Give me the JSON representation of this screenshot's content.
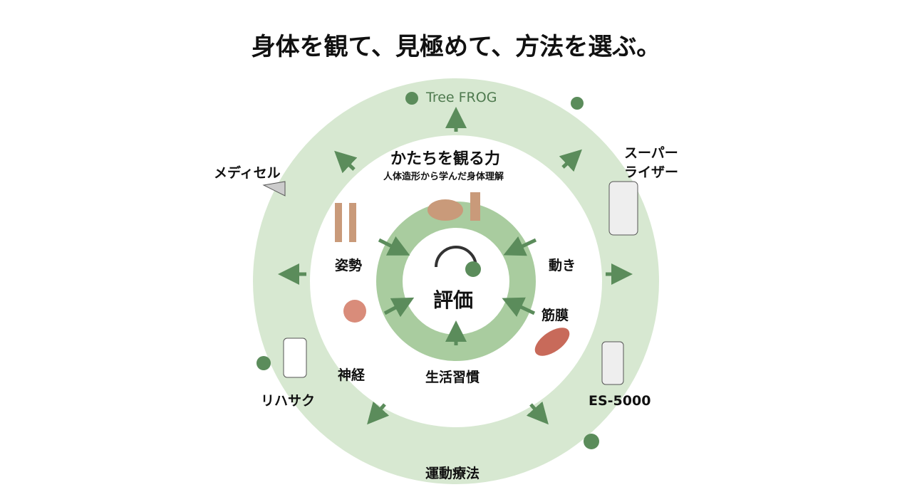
{
  "title": "身体を観て、見極めて、方法を選ぶ。",
  "brand": "Tree FROG",
  "center": {
    "heading": "かたちを観る力",
    "sub": "人体造形から学んだ身体理解",
    "core": "評価"
  },
  "inner_items": [
    "姿勢",
    "動き",
    "神経",
    "筋膜",
    "生活習慣"
  ],
  "outer_items": [
    "メディセル",
    "スーパー\nライザー",
    "リハサク",
    "ES-5000",
    "運動療法"
  ],
  "colors": {
    "outer_ring": "#d7e8d1",
    "inner_ring": "#a9cc9f",
    "arrow": "#5b8c5b",
    "text": "#111111"
  }
}
